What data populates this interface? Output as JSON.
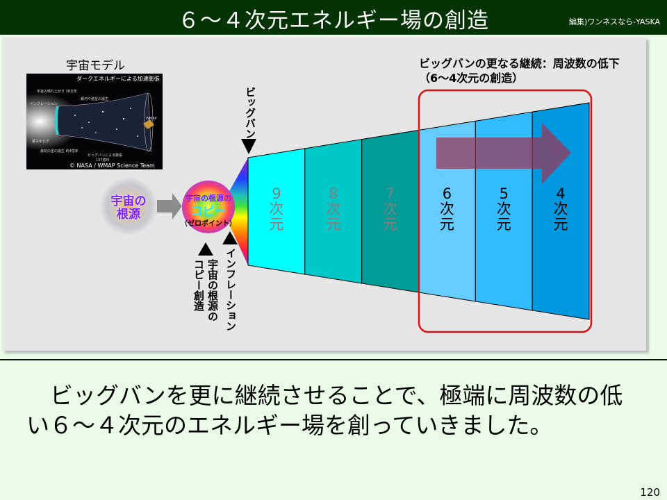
{
  "header": {
    "title": "６～４次元エネルギー場の創造",
    "credit": "編集)ワンネスなら-YASKA"
  },
  "diagram": {
    "model_label": "宇宙モデル",
    "photo": {
      "labels": [
        "宇宙の晴れ上がり 38万年",
        "インフレーション",
        "量子ゆらぎ",
        "最初の星の誕生 約4億年",
        "銀河や惑星の誕生",
        "ダークエネルギーによる加速膨張",
        "WMAP",
        "ビッグバンによる膨張",
        "137億年",
        "© NASA / WMAP Science Team"
      ]
    },
    "origin_sphere": {
      "line1": "宇宙の",
      "line2": "根源"
    },
    "copy_sphere": {
      "top": "宇宙の根源の",
      "main": "コピー",
      "bottom": "（ゼロポイント）"
    },
    "big_bang_label": "ビッグバン",
    "inflation_label": "インフレーション",
    "copy_creation_label_col1": "宇宙の根源の",
    "copy_creation_label_col2": "コピー創造",
    "continuation_title": "ビッグバンの更なる継続：周波数の低下",
    "continuation_subtitle": "（6～4次元の創造）",
    "segments": [
      {
        "num": "9",
        "unit": "次元",
        "fill": "#00ffff",
        "text_color": "#808080"
      },
      {
        "num": "8",
        "unit": "次元",
        "fill": "#00c8c8",
        "text_color": "#808080"
      },
      {
        "num": "7",
        "unit": "次元",
        "fill": "#009c98",
        "text_color": "#808080"
      },
      {
        "num": "6",
        "unit": "次元",
        "fill": "#66ccff",
        "text_color": "#000000"
      },
      {
        "num": "5",
        "unit": "次元",
        "fill": "#33bbff",
        "text_color": "#000000"
      },
      {
        "num": "4",
        "unit": "次元",
        "fill": "#0099e0",
        "text_color": "#000000"
      }
    ],
    "highlight_color": "#e01010"
  },
  "body": {
    "text": "ビッグバンを更に継続させることで、極端に周波数の低い６～４次元のエネルギー場を創っていきました。"
  },
  "page_number": "120"
}
